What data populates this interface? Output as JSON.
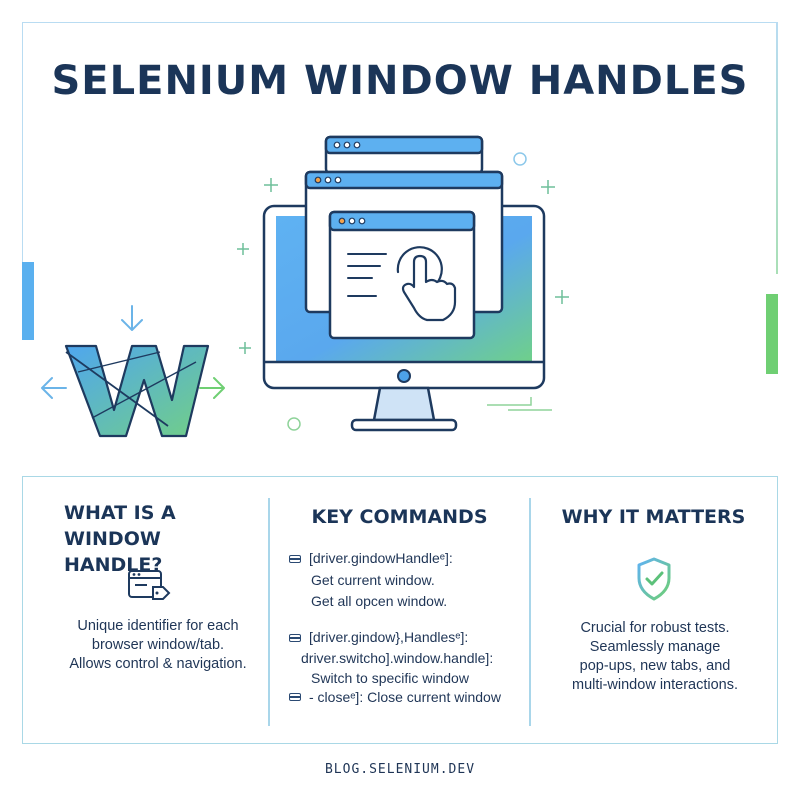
{
  "title": "SELENIUM WINDOW HANDLES",
  "sections": {
    "what": {
      "heading_line1": "WHAT IS A WINDOW",
      "heading_line2": "HANDLE?",
      "body_line1": "Unique identifier for each",
      "body_line2": "browser window/tab.",
      "body_line3": "Allows control & navigation."
    },
    "commands": {
      "heading": "KEY COMMANDS",
      "cmd1_code": "[driver.gindowHandleᵉ]:",
      "cmd1_line2": "Get current window.",
      "cmd1_line3": "Get all opcen window.",
      "cmd2_code": "[driver.gindow},Handlesᵉ]:",
      "cmd2_line2": "driver.switcho].window.handle]:",
      "cmd2_line3": "Switch to specific window",
      "cmd3_code": "- closeᵉ]: Close current window"
    },
    "why": {
      "heading": "WHY IT MATTERS",
      "body_line1": "Crucial for robust tests.",
      "body_line2": "Seamlessly manage",
      "body_line3": "pop-ups, new tabs, and",
      "body_line4": "multi-window interactions."
    }
  },
  "footer": "BLOG.SELENIUM.DEV",
  "icons": [
    "monitor-icon",
    "browser-windows-icon",
    "pointer-hand-icon",
    "w-logo-icon",
    "id-tag-icon",
    "shield-check-icon",
    "window-small-icon"
  ],
  "colors": {
    "navy": "#1b3558",
    "blue": "#5ab0ef",
    "green": "#6fcf73",
    "frame": "#b9dcf2"
  }
}
